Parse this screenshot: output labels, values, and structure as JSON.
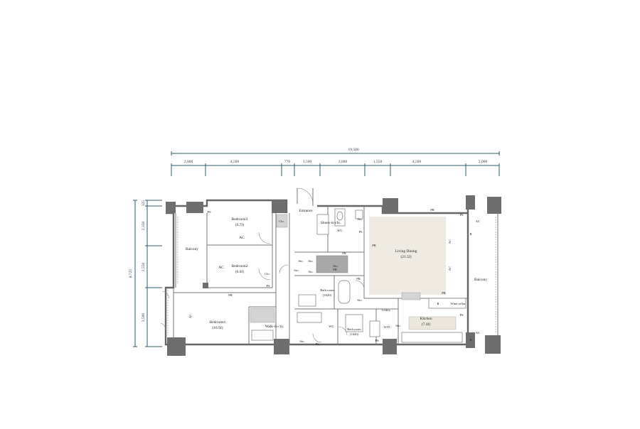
{
  "dimensions": {
    "overall_width": "19,500",
    "top_segments": [
      "2,000",
      "4,500",
      "770",
      "1,500",
      "2,680",
      "1,550",
      "4,500",
      "2,000"
    ],
    "overall_depth": "8,725",
    "left_segments": [
      "325",
      "2,350",
      "2,550",
      "3,500"
    ]
  },
  "rooms": {
    "bedroom3": {
      "name": "Bedroom3",
      "size": "(6.7J)"
    },
    "bedroom2": {
      "name": "Bedroom2",
      "size": "(6.0J)"
    },
    "bedroom1": {
      "name": "Bedroom1",
      "size": "(10.9J)"
    },
    "living": {
      "name": "Living Dining",
      "size": "(21.5J)"
    },
    "kitchen": {
      "name": "Kitchen",
      "size": "(7.4J)"
    },
    "balcony_left": "Balcony",
    "balcony_right": "Balcony",
    "entrance": "Entrance",
    "shoes_in": "Shoes-in clo.",
    "walk_in": "Walk-in clo.",
    "bath_a": {
      "name": "Bath room",
      "size": "(1620)"
    },
    "bath_b": {
      "name": "Bath room",
      "size": "(1620)"
    },
    "utility": "Utility",
    "wine": "Wine cellar"
  },
  "labels": {
    "ac": "AC",
    "ps": "PS",
    "pr": "PR",
    "wc": "WC",
    "sto": "Sto.",
    "clo": "Clo.",
    "wd": "W/D",
    "r": "R",
    "b": "B"
  }
}
